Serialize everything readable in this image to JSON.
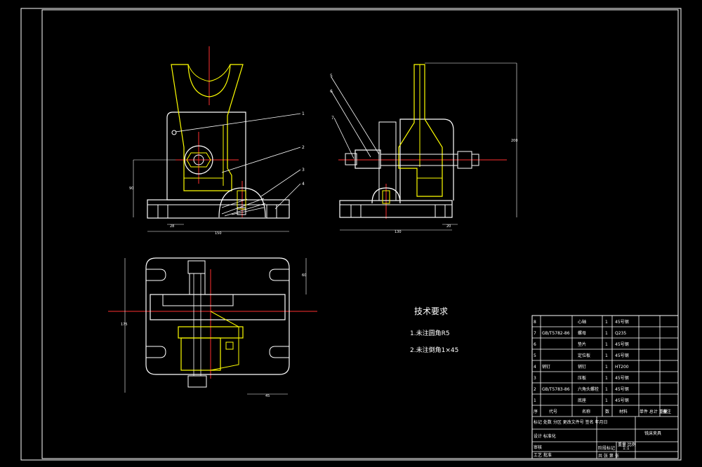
{
  "tech_req": {
    "title": "技术要求",
    "items": [
      "1.未注圆角R5",
      "2.未注倒角1×45"
    ]
  },
  "dimensions": {
    "front_h": "90",
    "front_w": "150",
    "front_small": "28",
    "side_h": "200",
    "side_w": "130",
    "side_small": "20",
    "top_h": "175",
    "top_small": "60",
    "top_w": "45"
  },
  "callouts": {
    "front": [
      "1",
      "2",
      "3",
      "4"
    ],
    "side": [
      "5",
      "6",
      "7"
    ]
  },
  "bom": {
    "rows": [
      {
        "no": "8",
        "code": "",
        "name": "心轴",
        "qty": "1",
        "mat": "45号钢"
      },
      {
        "no": "7",
        "code": "GB/T5782-86",
        "name": "螺母",
        "qty": "1",
        "mat": "Q235"
      },
      {
        "no": "6",
        "code": "",
        "name": "垫片",
        "qty": "1",
        "mat": "45号钢"
      },
      {
        "no": "5",
        "code": "",
        "name": "定位板",
        "qty": "1",
        "mat": "45号钢"
      },
      {
        "no": "4",
        "code": "销钉",
        "name": "销钉",
        "qty": "1",
        "mat": "HT200"
      },
      {
        "no": "3",
        "code": "",
        "name": "压板",
        "qty": "1",
        "mat": "45号钢"
      },
      {
        "no": "2",
        "code": "GB/T5783-86",
        "name": "六角头螺栓",
        "qty": "1",
        "mat": "45号钢"
      },
      {
        "no": "1",
        "code": "",
        "name": "底座",
        "qty": "1",
        "mat": "45号钢"
      }
    ],
    "header": {
      "no": "序",
      "code": "代号",
      "name": "名称",
      "qty": "数",
      "mat": "材料",
      "weight": "单件 总计 重量",
      "note": "备注"
    },
    "title_name": "铣床夹具",
    "block_labels": [
      "标记",
      "处数",
      "分区",
      "更改文件号",
      "签名",
      "年月日",
      "设计",
      "标准化",
      "阶段标记",
      "重量",
      "比例",
      "审核",
      "工艺",
      "批准",
      "共 张 第 张"
    ],
    "scale": "1:1"
  }
}
